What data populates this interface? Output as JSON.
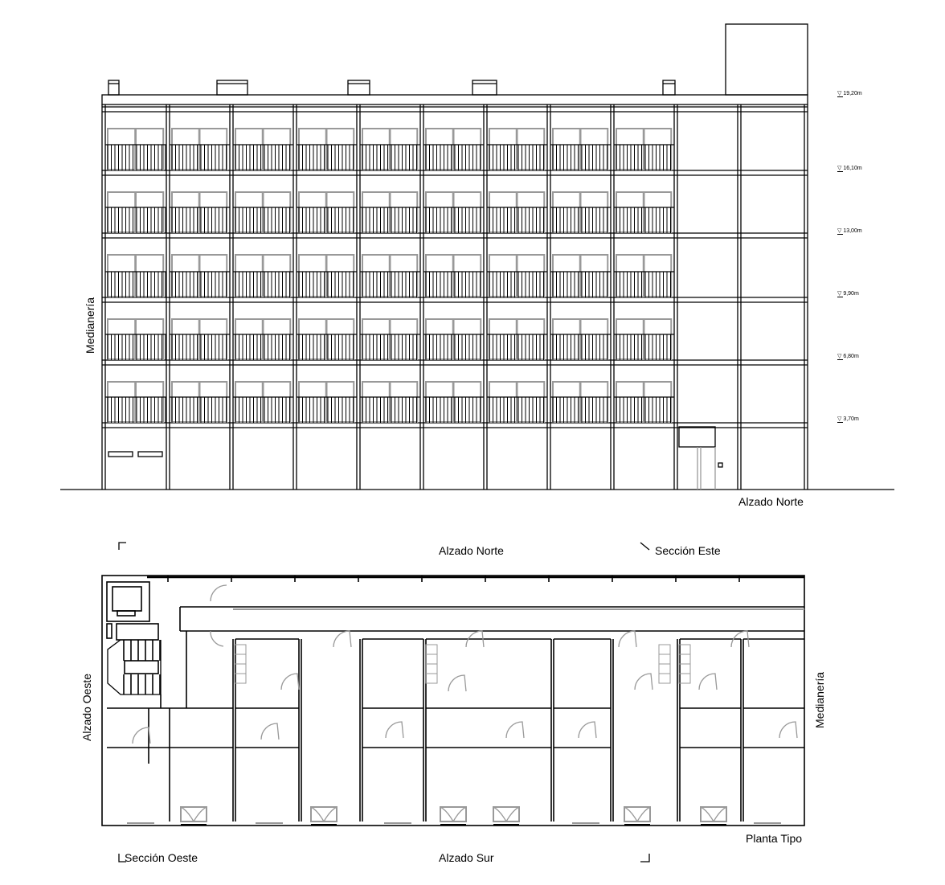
{
  "elevation": {
    "title": "Alzado Norte",
    "side_label": "Medianería",
    "levels": [
      "19,20m",
      "16,10m",
      "13,00m",
      "9,90m",
      "6,80m",
      "3,70m"
    ]
  },
  "plan": {
    "title": "Planta Tipo",
    "top_label": "Alzado Norte",
    "top_right_label": "Sección Este",
    "left_label": "Alzado Oeste",
    "right_label": "Medianería",
    "bottom_left_label": "Sección Oeste",
    "bottom_label": "Alzado Sur"
  },
  "colors": {
    "line": "#000000",
    "secondary": "#999999"
  }
}
